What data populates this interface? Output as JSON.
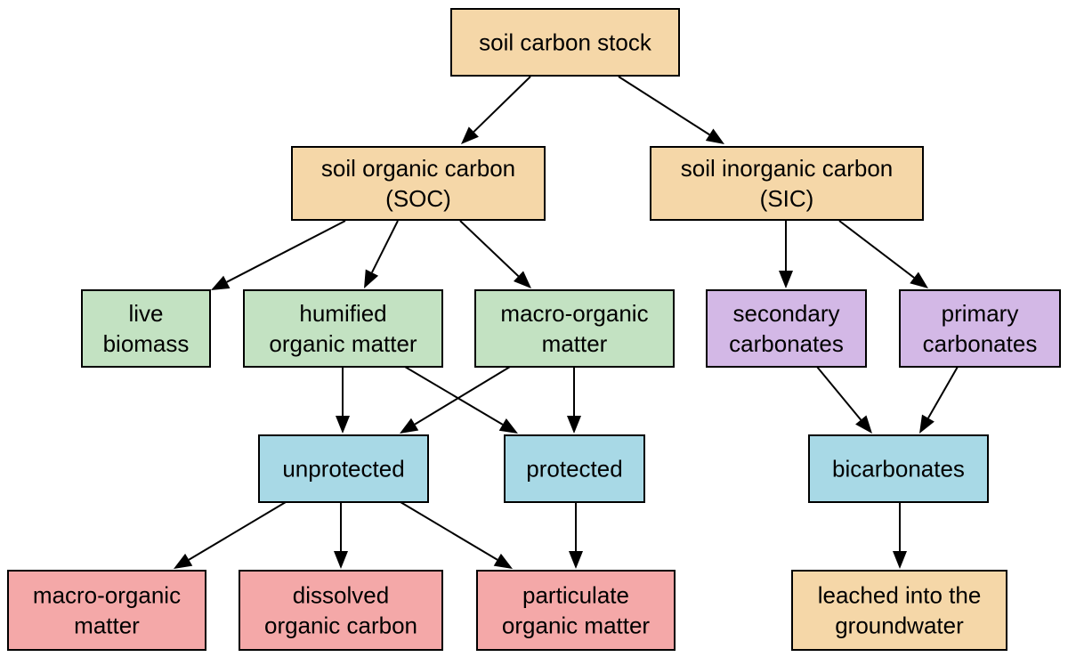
{
  "colors": {
    "orange": "#f5d7a8",
    "green": "#c3e2c2",
    "purple": "#d3b8e6",
    "blue": "#a8d9e6",
    "red": "#f4a8a8"
  },
  "nodes": [
    {
      "id": "stock",
      "lines": [
        "soil carbon stock"
      ],
      "color": "orange"
    },
    {
      "id": "soc",
      "lines": [
        "soil organic carbon",
        "(SOC)"
      ],
      "color": "orange"
    },
    {
      "id": "sic",
      "lines": [
        "soil inorganic carbon",
        "(SIC)"
      ],
      "color": "orange"
    },
    {
      "id": "live",
      "lines": [
        "live",
        "biomass"
      ],
      "color": "green"
    },
    {
      "id": "humified",
      "lines": [
        "humified",
        "organic matter"
      ],
      "color": "green"
    },
    {
      "id": "macro1",
      "lines": [
        "macro-organic",
        "matter"
      ],
      "color": "green"
    },
    {
      "id": "secondary",
      "lines": [
        "secondary",
        "carbonates"
      ],
      "color": "purple"
    },
    {
      "id": "primary",
      "lines": [
        "primary",
        "carbonates"
      ],
      "color": "purple"
    },
    {
      "id": "unprotected",
      "lines": [
        "unprotected"
      ],
      "color": "blue"
    },
    {
      "id": "protected",
      "lines": [
        "protected"
      ],
      "color": "blue"
    },
    {
      "id": "bicarbonates",
      "lines": [
        "bicarbonates"
      ],
      "color": "blue"
    },
    {
      "id": "macro2",
      "lines": [
        "macro-organic",
        "matter"
      ],
      "color": "red"
    },
    {
      "id": "dissolved",
      "lines": [
        "dissolved",
        "organic carbon"
      ],
      "color": "red"
    },
    {
      "id": "particulate",
      "lines": [
        "particulate",
        "organic matter"
      ],
      "color": "red"
    },
    {
      "id": "leached",
      "lines": [
        "leached into the",
        "groundwater"
      ],
      "color": "orange"
    }
  ],
  "edges": [
    [
      "stock",
      "soc"
    ],
    [
      "stock",
      "sic"
    ],
    [
      "soc",
      "live"
    ],
    [
      "soc",
      "humified"
    ],
    [
      "soc",
      "macro1"
    ],
    [
      "sic",
      "secondary"
    ],
    [
      "sic",
      "primary"
    ],
    [
      "humified",
      "unprotected"
    ],
    [
      "humified",
      "protected"
    ],
    [
      "macro1",
      "unprotected"
    ],
    [
      "macro1",
      "protected"
    ],
    [
      "secondary",
      "bicarbonates"
    ],
    [
      "primary",
      "bicarbonates"
    ],
    [
      "unprotected",
      "macro2"
    ],
    [
      "unprotected",
      "dissolved"
    ],
    [
      "unprotected",
      "particulate"
    ],
    [
      "protected",
      "particulate"
    ],
    [
      "bicarbonates",
      "leached"
    ]
  ]
}
